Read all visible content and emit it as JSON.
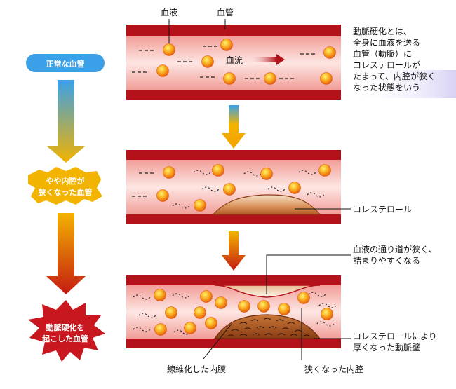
{
  "labels": {
    "blood": "血液",
    "vessel": "血管",
    "flow": "血流",
    "cholesterol": "コレステロール",
    "narrow_path_1": "血液の通り道が狭く、",
    "narrow_path_2": "詰まりやすくなる",
    "thick_wall_1": "コレステロールにより",
    "thick_wall_2": "厚くなった動脈壁",
    "fibrous_intima": "線維化した内膜",
    "narrow_lumen": "狭くなった内腔"
  },
  "definition": {
    "lines": [
      "動脈硬化とは、",
      "全身に血液を送る",
      "血管（動脈）に",
      "コレステロールが",
      "たまって、内腔が狭く",
      "なった状態をいう"
    ]
  },
  "stages": [
    {
      "label_lines": [
        "正常な血管"
      ],
      "color": "#3aa0e8"
    },
    {
      "label_lines": [
        "やや内腔が",
        "狭くなった血管"
      ],
      "color": "#f2b400"
    },
    {
      "label_lines": [
        "動脈硬化を",
        "起こした血管"
      ],
      "color": "#c8171e"
    }
  ],
  "colors": {
    "wall": "#b3121a",
    "lumen": "#f7c3bd",
    "cell": "#f58a0f",
    "plaque": "#d9925a",
    "arrow_top": "#f3b300",
    "arrow_bottom": "#c51b12"
  }
}
